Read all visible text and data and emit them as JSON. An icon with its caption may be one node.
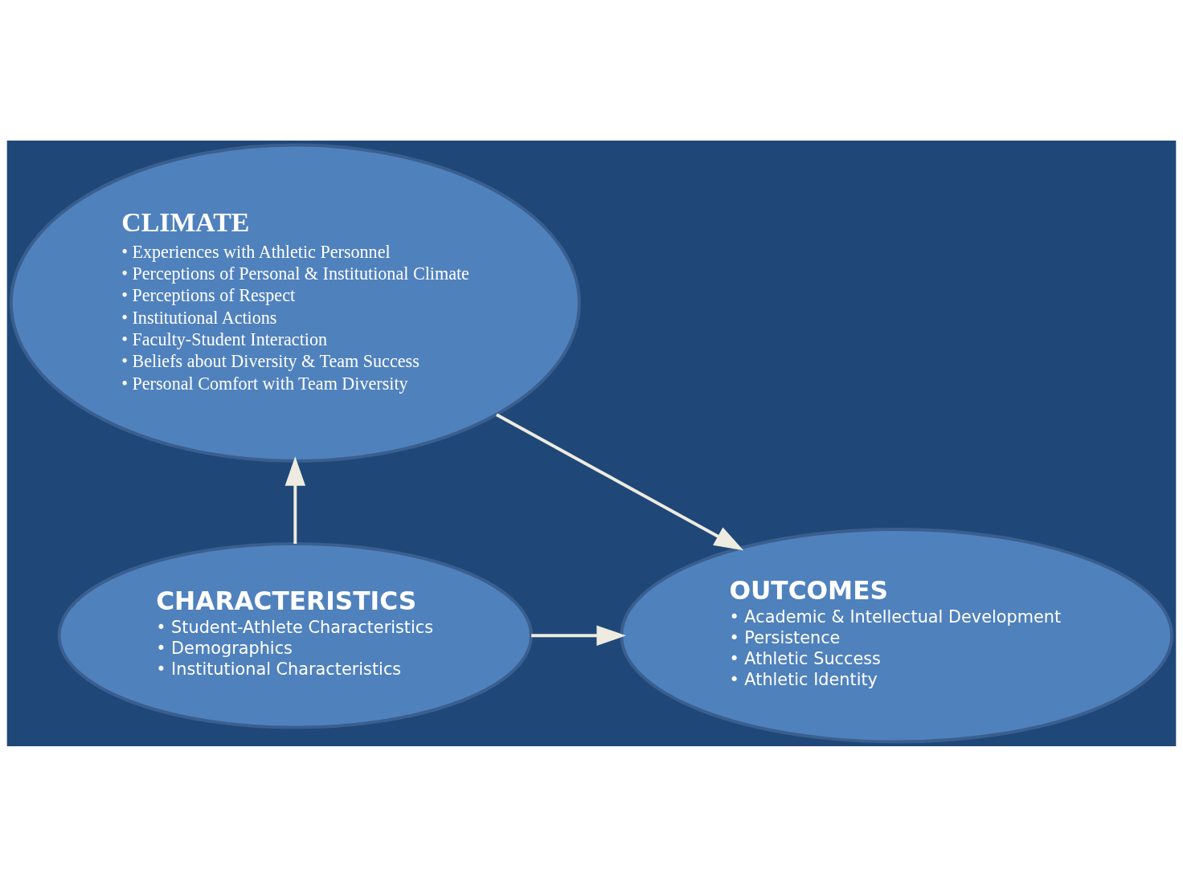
{
  "diagram": {
    "nodes": [
      {
        "text": [
          "CLIMATE",
          "• Experiences with Athletic Personnel",
          "• Perceptions of Personal & Institutional Climate",
          "• Perceptions of Respect",
          "• Institutional Actions",
          "• Faculty-Student Interaction",
          "• Beliefs about Diversity & Team Success",
          "• Personal Comfort with Team Diversity"
        ]
      },
      {
        "text": [
          "CHARACTERISTICS",
          "• Student-Athlete Characteristics",
          "• Demographics",
          "• Institutional Characteristics"
        ]
      },
      {
        "text": [
          "OUTCOMES",
          "• Academic & Intellectual Development",
          "• Persistence",
          "• Athletic Success",
          "• Athletic Identity"
        ]
      }
    ],
    "edges": [
      {
        "from": 1,
        "to": 0,
        "arrow": "to"
      },
      {
        "from": 0,
        "to": 2,
        "arrow": "to"
      },
      {
        "from": 1,
        "to": 2,
        "arrow": "to"
      }
    ]
  }
}
